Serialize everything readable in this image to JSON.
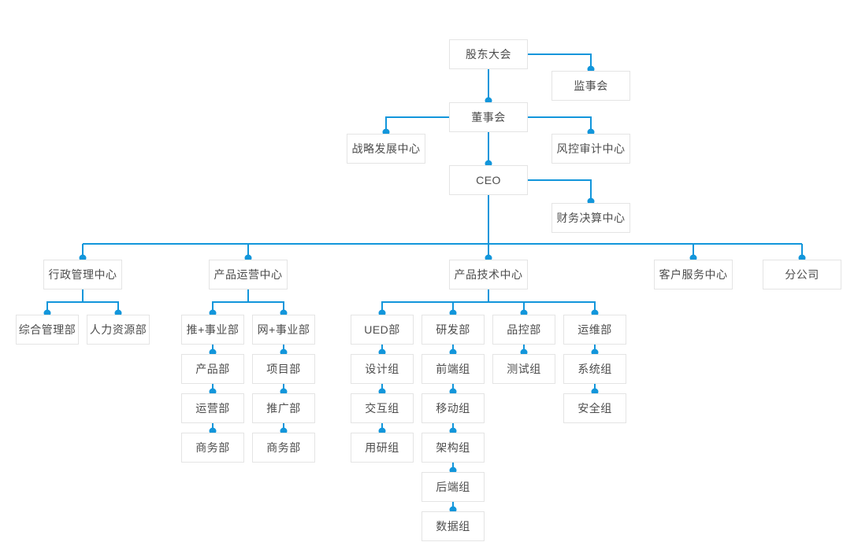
{
  "style": {
    "line_color": "#1296db",
    "box_border_color": "#e4e4e4",
    "box_background": "#ffffff",
    "text_color": "#4d4d4d",
    "page_background": "#ffffff"
  },
  "nodes": {
    "shareholders_meeting": {
      "label": "股东大会"
    },
    "supervisory_board": {
      "label": "监事会"
    },
    "board_of_directors": {
      "label": "董事会"
    },
    "strategy_center": {
      "label": "战略发展中心"
    },
    "risk_audit_center": {
      "label": "风控审计中心"
    },
    "ceo": {
      "label": "CEO"
    },
    "finance_center": {
      "label": "财务决算中心"
    },
    "admin_center": {
      "label": "行政管理中心"
    },
    "product_ops_center": {
      "label": "产品运营中心"
    },
    "product_tech_center": {
      "label": "产品技术中心"
    },
    "customer_service_center": {
      "label": "客户服务中心"
    },
    "branch_company": {
      "label": "分公司"
    },
    "general_mgmt_dept": {
      "label": "综合管理部"
    },
    "hr_dept": {
      "label": "人力资源部"
    },
    "tui_business_dept": {
      "label": "推+事业部"
    },
    "wang_business_dept": {
      "label": "网+事业部"
    },
    "product_dept": {
      "label": "产品部"
    },
    "project_dept": {
      "label": "项目部"
    },
    "operations_dept": {
      "label": "运营部"
    },
    "promotion_dept": {
      "label": "推广部"
    },
    "business_dept_tui": {
      "label": "商务部"
    },
    "business_dept_wang": {
      "label": "商务部"
    },
    "ued_dept": {
      "label": "UED部"
    },
    "rd_dept": {
      "label": "研发部"
    },
    "qc_dept": {
      "label": "品控部"
    },
    "ops_maint_dept": {
      "label": "运维部"
    },
    "design_group": {
      "label": "设计组"
    },
    "frontend_group": {
      "label": "前端组"
    },
    "test_group": {
      "label": "测试组"
    },
    "system_group": {
      "label": "系统组"
    },
    "interaction_group": {
      "label": "交互组"
    },
    "mobile_group": {
      "label": "移动组"
    },
    "security_group": {
      "label": "安全组"
    },
    "user_research_group": {
      "label": "用研组"
    },
    "architecture_group": {
      "label": "架构组"
    },
    "backend_group": {
      "label": "后端组"
    },
    "data_group": {
      "label": "数据组"
    }
  },
  "connections": [
    [
      "shareholders_meeting",
      "supervisory_board"
    ],
    [
      "shareholders_meeting",
      "board_of_directors"
    ],
    [
      "board_of_directors",
      "strategy_center"
    ],
    [
      "board_of_directors",
      "risk_audit_center"
    ],
    [
      "board_of_directors",
      "ceo"
    ],
    [
      "ceo",
      "finance_center"
    ],
    [
      "ceo",
      "admin_center"
    ],
    [
      "ceo",
      "product_ops_center"
    ],
    [
      "ceo",
      "product_tech_center"
    ],
    [
      "ceo",
      "customer_service_center"
    ],
    [
      "ceo",
      "branch_company"
    ],
    [
      "admin_center",
      "general_mgmt_dept"
    ],
    [
      "admin_center",
      "hr_dept"
    ],
    [
      "product_ops_center",
      "tui_business_dept"
    ],
    [
      "product_ops_center",
      "wang_business_dept"
    ],
    [
      "tui_business_dept",
      "product_dept"
    ],
    [
      "product_dept",
      "operations_dept"
    ],
    [
      "operations_dept",
      "business_dept_tui"
    ],
    [
      "wang_business_dept",
      "project_dept"
    ],
    [
      "project_dept",
      "promotion_dept"
    ],
    [
      "promotion_dept",
      "business_dept_wang"
    ],
    [
      "product_tech_center",
      "ued_dept"
    ],
    [
      "product_tech_center",
      "rd_dept"
    ],
    [
      "product_tech_center",
      "qc_dept"
    ],
    [
      "product_tech_center",
      "ops_maint_dept"
    ],
    [
      "ued_dept",
      "design_group"
    ],
    [
      "design_group",
      "interaction_group"
    ],
    [
      "interaction_group",
      "user_research_group"
    ],
    [
      "rd_dept",
      "frontend_group"
    ],
    [
      "frontend_group",
      "mobile_group"
    ],
    [
      "mobile_group",
      "architecture_group"
    ],
    [
      "architecture_group",
      "backend_group"
    ],
    [
      "backend_group",
      "data_group"
    ],
    [
      "qc_dept",
      "test_group"
    ],
    [
      "ops_maint_dept",
      "system_group"
    ],
    [
      "system_group",
      "security_group"
    ]
  ]
}
